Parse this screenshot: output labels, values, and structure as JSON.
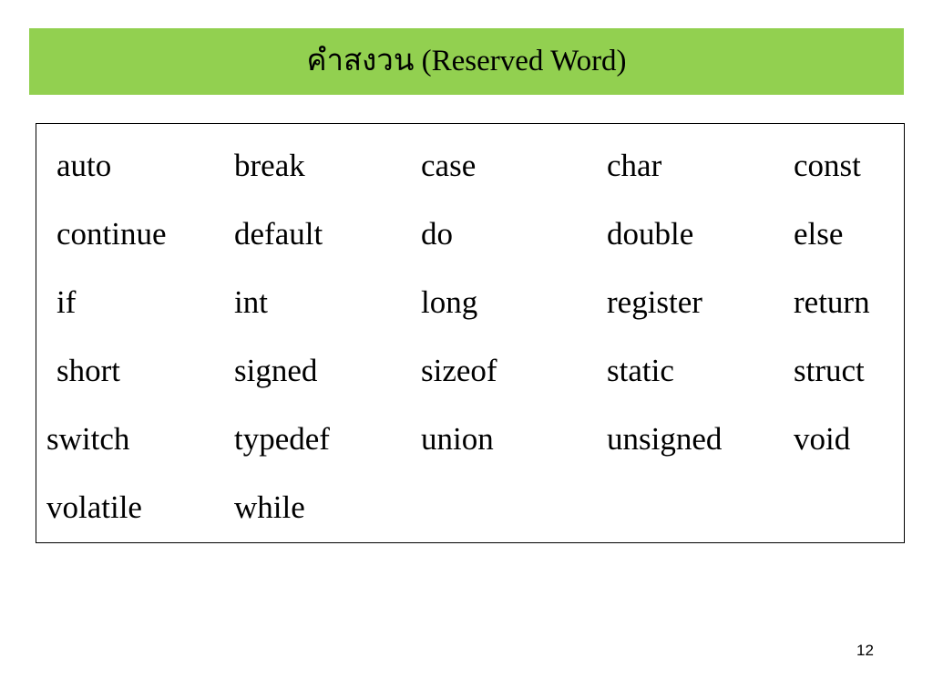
{
  "slide": {
    "title": "คำสงวน (Reserved Word)",
    "number": "12",
    "accent_color": "#92d050"
  },
  "keywords": [
    [
      "auto",
      "break",
      "case",
      "char",
      "const"
    ],
    [
      "continue",
      "default",
      "do",
      "double",
      "else"
    ],
    [
      "if",
      "int",
      "long",
      "register",
      "return"
    ],
    [
      "short",
      "signed",
      "sizeof",
      "static",
      "struct"
    ],
    [
      "switch",
      "typedef",
      "union",
      "unsigned",
      "void"
    ],
    [
      "volatile",
      "while"
    ]
  ]
}
